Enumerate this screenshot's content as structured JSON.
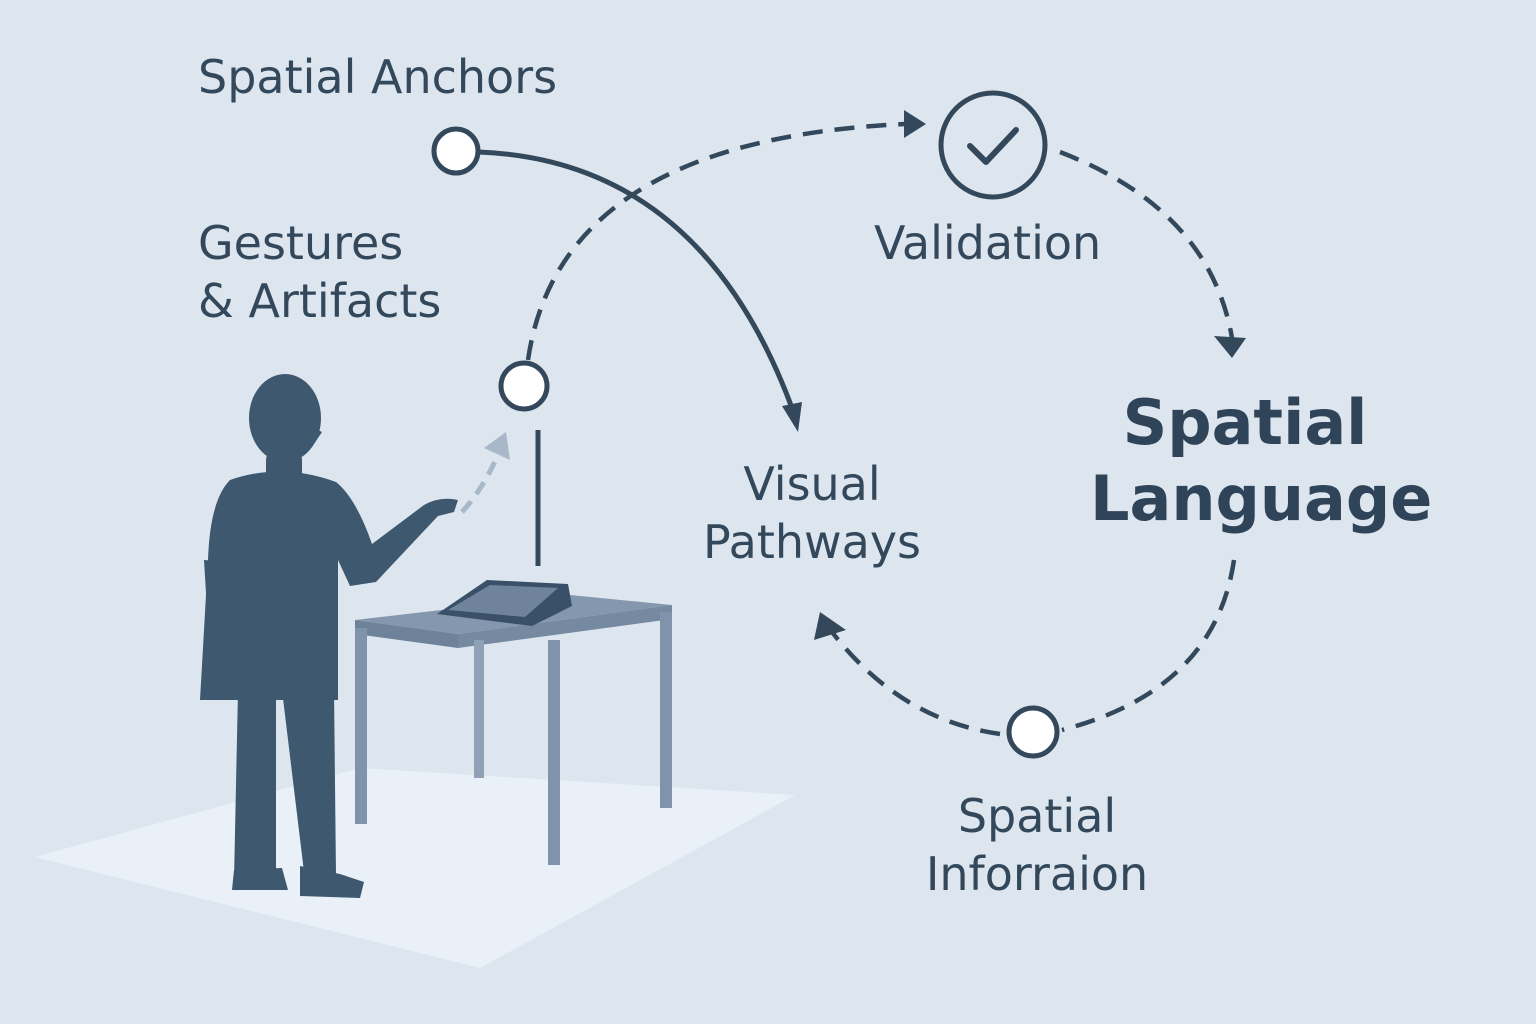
{
  "diagram": {
    "nodes": {
      "spatial_anchors": {
        "label": "Spatial Anchors"
      },
      "gestures_artifacts": {
        "line1": "Gestures",
        "line2": "& Artifacts"
      },
      "validation": {
        "label": "Validation",
        "icon": "check-circle-icon"
      },
      "visual_pathways": {
        "line1": "Visual",
        "line2": "Pathways"
      },
      "spatial_language": {
        "line1": "Spatial",
        "line2": "Language"
      },
      "spatial_information": {
        "line1": "Spatial",
        "line2": "Inforraion"
      }
    },
    "edges": [
      {
        "from": "Spatial Anchors",
        "to": "Visual Pathways",
        "style": "solid"
      },
      {
        "from": "Gestures & Artifacts",
        "to": "Validation",
        "style": "dashed"
      },
      {
        "from": "Validation",
        "to": "Spatial Language",
        "style": "dashed"
      },
      {
        "from": "Spatial Language",
        "to": "Visual Pathways",
        "style": "dashed"
      }
    ],
    "colors": {
      "background": "#dde6ef",
      "ink": "#34485c",
      "figure": "#3e5870",
      "table": "#8497ae",
      "floor": "#eaf0f7"
    }
  }
}
